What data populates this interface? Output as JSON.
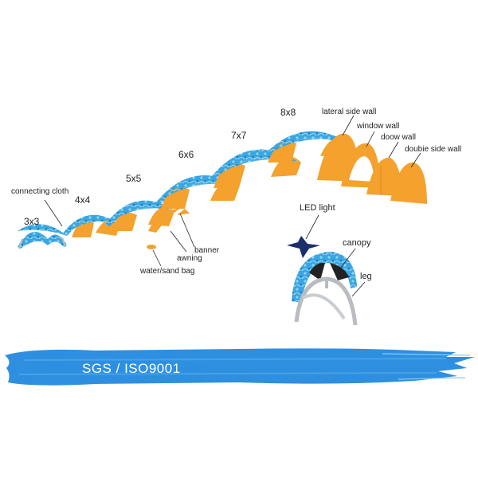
{
  "tent_sizes": [
    "3x3",
    "4x4",
    "5x5",
    "6x6",
    "7x7",
    "8x8"
  ],
  "accessories": {
    "connecting_cloth": "connecting cloth",
    "banner": "banner",
    "awning": "awning",
    "water_sand_bag": "water/sand bag",
    "led_light": "LED light",
    "canopy": "canopy",
    "leg": "leg"
  },
  "walls": {
    "lateral": "lateral side wall",
    "window": "window wall",
    "door": "doow wall",
    "double": "doubie  side  wall"
  },
  "certification": "SGS / ISO9001",
  "colors": {
    "canopy_blue": "#3aa6e0",
    "wall_orange": "#f4a12e",
    "brush_blue": "#2e8fe0",
    "leg_grey": "#b9bcc0"
  }
}
